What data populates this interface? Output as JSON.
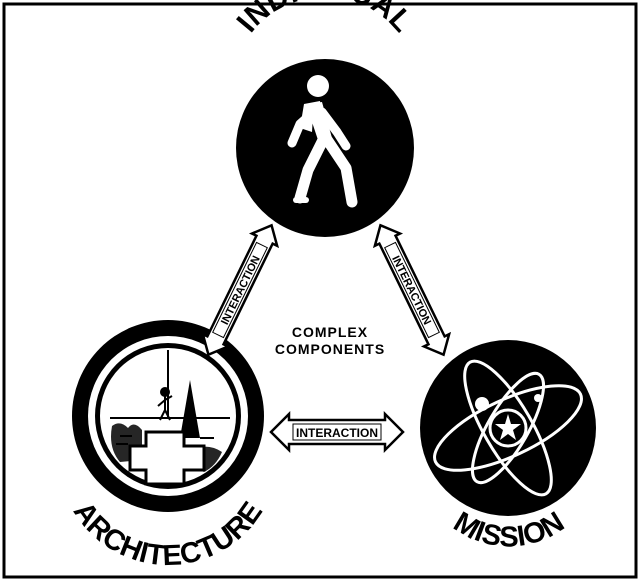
{
  "diagram": {
    "nodes": {
      "individual": {
        "label": "INDIVIDUAL",
        "icon": "walking-person-icon"
      },
      "architecture": {
        "label": "ARCHITECTURE",
        "icon": "building-plan-icon"
      },
      "mission": {
        "label": "MISSION",
        "icon": "orbit-icon"
      }
    },
    "center_label_line1": "COMPLEX",
    "center_label_line2": "COMPONENTS",
    "connectors": [
      {
        "from": "individual",
        "to": "architecture",
        "label": "INTERACTION"
      },
      {
        "from": "individual",
        "to": "mission",
        "label": "INTERACTION"
      },
      {
        "from": "architecture",
        "to": "mission",
        "label": "INTERACTION"
      }
    ]
  },
  "colors": {
    "ink": "#000000",
    "paper": "#ffffff"
  }
}
